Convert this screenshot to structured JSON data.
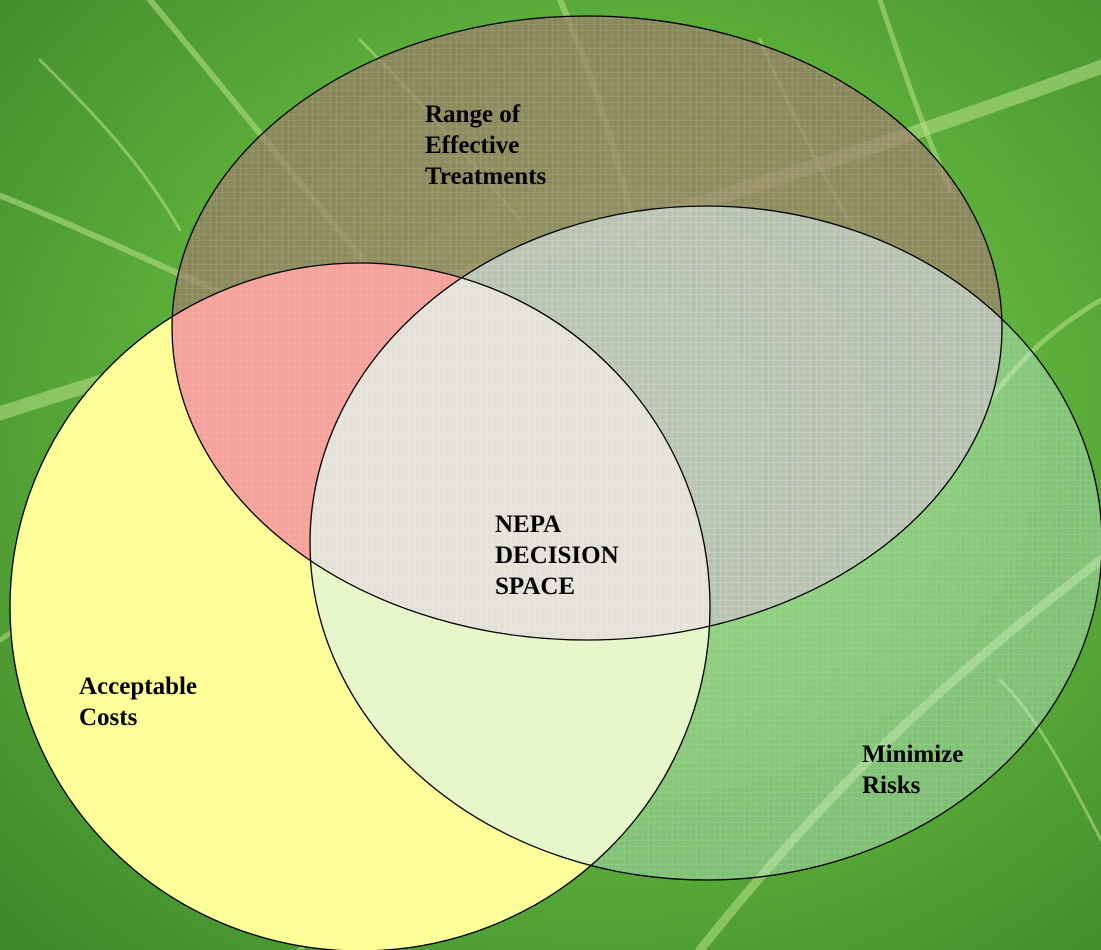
{
  "diagram": {
    "type": "venn",
    "sets": [
      {
        "id": "effective-treatments",
        "lines": [
          "Range of",
          "Effective",
          "Treatments"
        ]
      },
      {
        "id": "acceptable-costs",
        "lines": [
          "Acceptable",
          "Costs"
        ]
      },
      {
        "id": "minimize-risks",
        "lines": [
          "Minimize",
          "Risks"
        ]
      }
    ],
    "intersection": {
      "lines": [
        "NEPA",
        "DECISION",
        "SPACE"
      ]
    }
  },
  "colors": {
    "background": "#5cae3a",
    "leaf_vein": "#b9e08a",
    "costs_fill": "#ffff99",
    "treatments_fill": "#9b7b6a",
    "overlap_treatments_costs": "#f4a29a",
    "risks_fill": "#bfe6dc",
    "outline": "#000000",
    "text": "#000000"
  }
}
